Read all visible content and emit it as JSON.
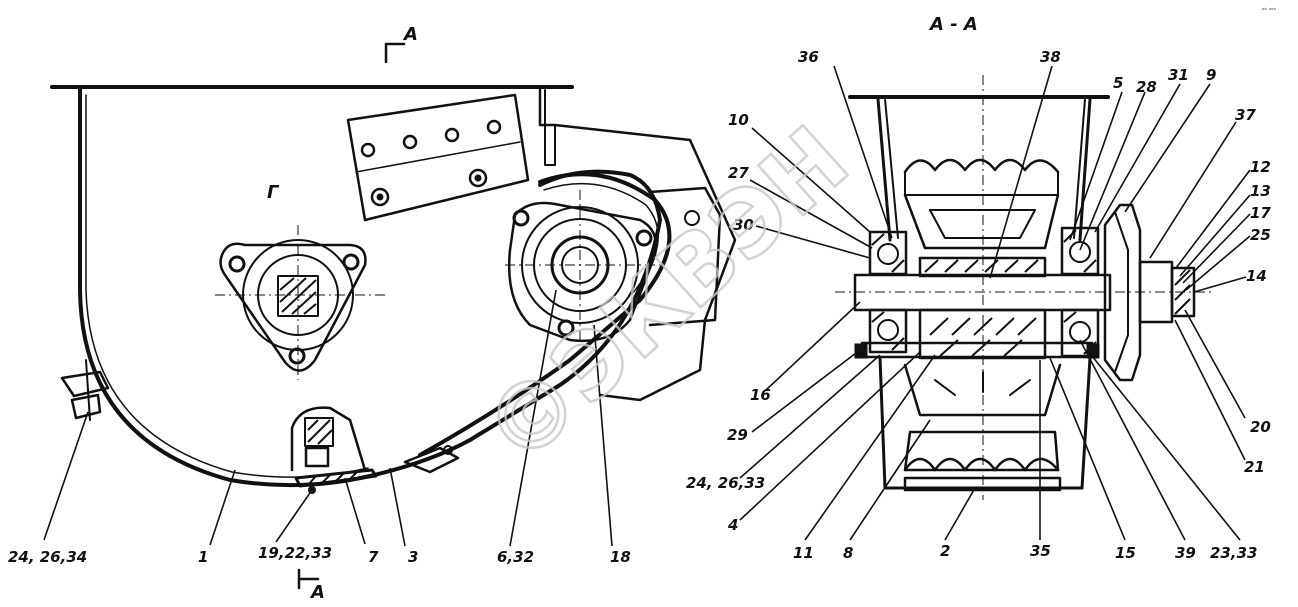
{
  "section": {
    "marker": "А",
    "title": "А - А",
    "view_letter": "Г"
  },
  "watermark": "©ЭКВЭН",
  "corner_mark": "ᵃᵇ ᵃᵃᵃ",
  "callouts_left": [
    "24, 26,34",
    "1",
    "19,22,33",
    "7",
    "3",
    "6,32",
    "18"
  ],
  "callouts_right": [
    "36",
    "38",
    "5",
    "28",
    "31",
    "9",
    "37",
    "10",
    "27",
    "30",
    "12",
    "13",
    "17",
    "25",
    "14",
    "16",
    "29",
    "24, 26,33",
    "4",
    "11",
    "8",
    "2",
    "35",
    "15",
    "39",
    "23,33",
    "20",
    "21"
  ]
}
